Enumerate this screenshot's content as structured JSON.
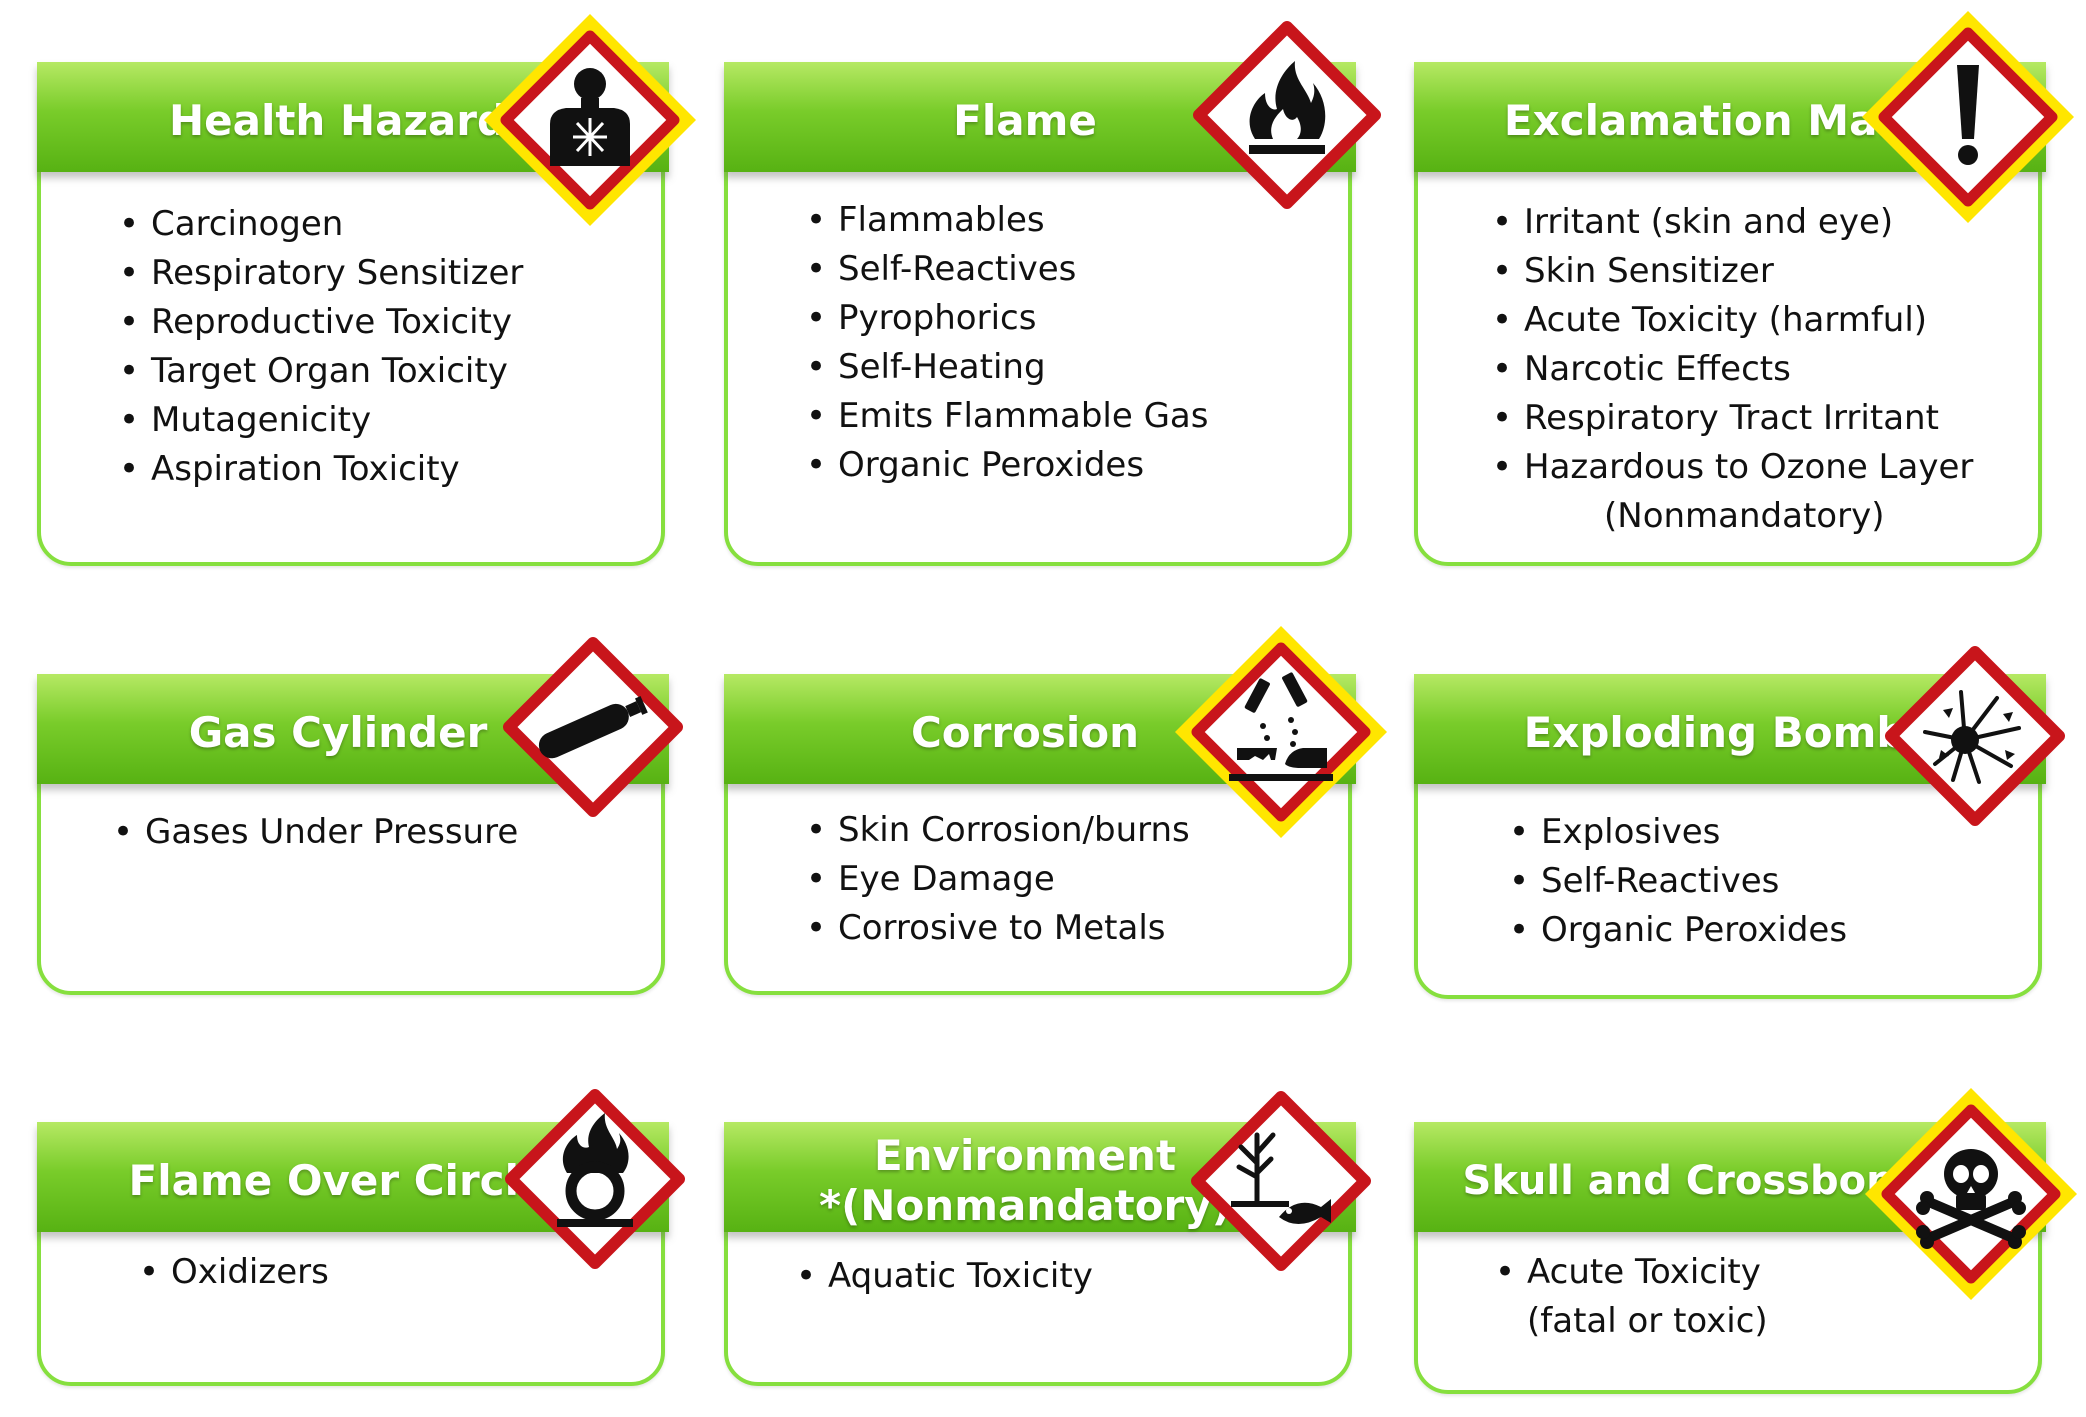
{
  "cards": [
    {
      "title": "Health Hazard",
      "pictogram": "health-hazard-icon",
      "items": [
        "Carcinogen",
        "Respiratory Sensitizer",
        "Reproductive Toxicity",
        "Target Organ Toxicity",
        "Mutagenicity",
        "Aspiration Toxicity"
      ]
    },
    {
      "title": "Flame",
      "pictogram": "flame-icon",
      "items": [
        "Flammables",
        "Self-Reactives",
        "Pyrophorics",
        "Self-Heating",
        "Emits Flammable Gas",
        "Organic Peroxides"
      ]
    },
    {
      "title": "Exclamation Mark",
      "pictogram": "exclamation-mark-icon",
      "items": [
        "Irritant (skin and eye)",
        "Skin Sensitizer",
        "Acute Toxicity (harmful)",
        "Narcotic Effects",
        "Respiratory Tract Irritant",
        "Hazardous to Ozone Layer"
      ],
      "item_continuation": "(Nonmandatory)"
    },
    {
      "title": "Gas Cylinder",
      "pictogram": "gas-cylinder-icon",
      "items": [
        "Gases Under Pressure"
      ]
    },
    {
      "title": "Corrosion",
      "pictogram": "corrosion-icon",
      "items": [
        "Skin Corrosion/burns",
        "Eye Damage",
        "Corrosive to Metals"
      ]
    },
    {
      "title": "Exploding Bomb",
      "pictogram": "exploding-bomb-icon",
      "items": [
        "Explosives",
        "Self-Reactives",
        "Organic Peroxides"
      ]
    },
    {
      "title": "Flame Over Circle",
      "pictogram": "flame-over-circle-icon",
      "items": [
        "Oxidizers"
      ]
    },
    {
      "title_lines": [
        "Environment",
        "*(Nonmandatory)"
      ],
      "pictogram": "environment-icon",
      "items": [
        "Aquatic Toxicity"
      ]
    },
    {
      "title": "Skull and Crossbones",
      "pictogram": "skull-and-crossbones-icon",
      "items": [
        "Acute Toxicity"
      ],
      "item_continuation": "(fatal or toxic)"
    }
  ],
  "colors": {
    "card_border": "#86df3e",
    "header_top": "#b6e964",
    "header_bottom": "#57b213",
    "diamond_border": "#c8151b",
    "diamond_halo": "#ffe600",
    "pictogram": "#111111"
  }
}
